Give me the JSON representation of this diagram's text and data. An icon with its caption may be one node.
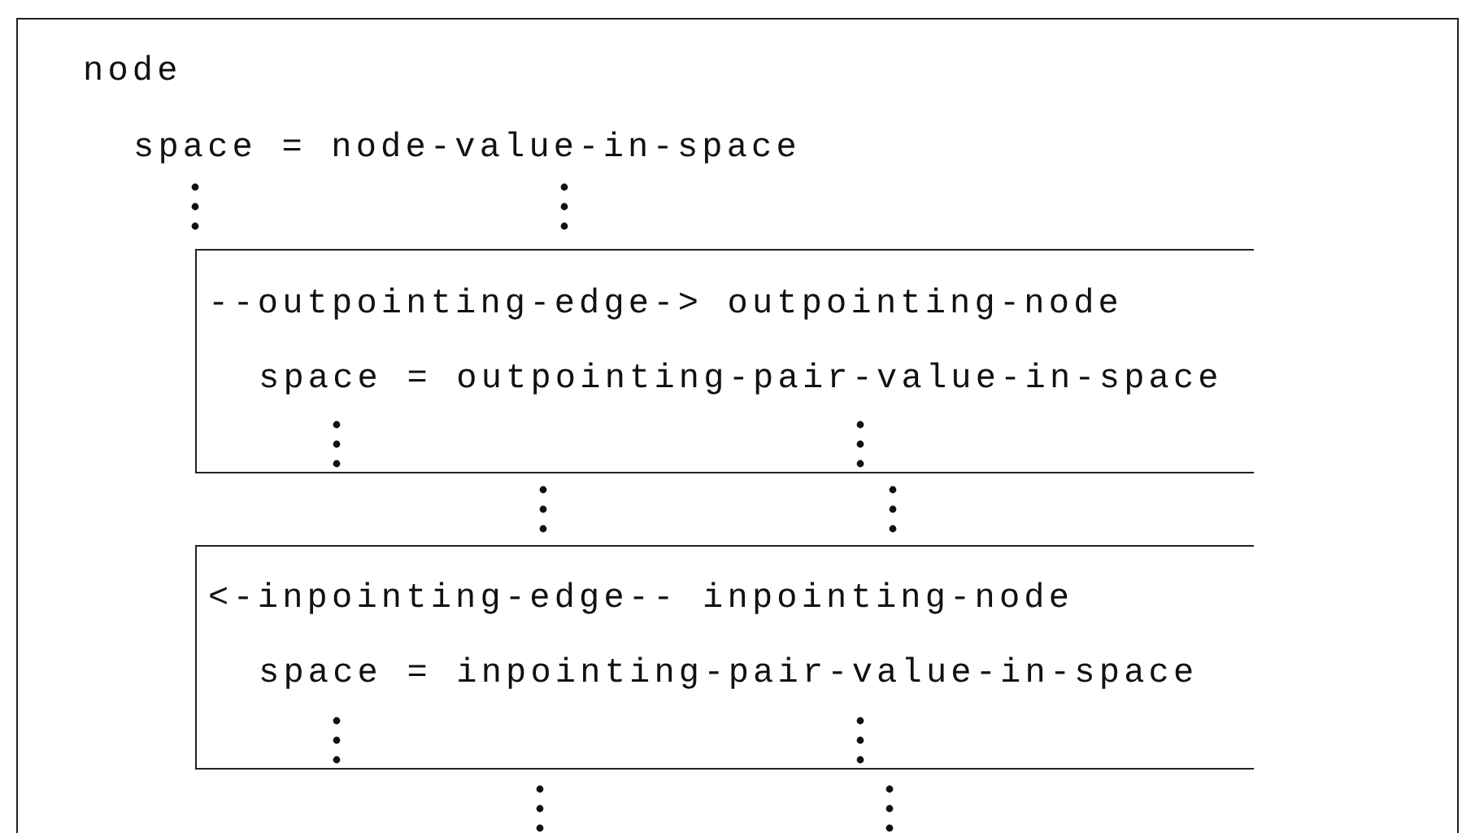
{
  "diagram": {
    "nodes": [
      {
        "text": [
          "node",
          "space = node-value-in-space"
        ]
      },
      {
        "text": [
          "--outpointing-edge-> outpointing-node",
          "space = outpointing-pair-value-in-space"
        ],
        "in": 0
      },
      {
        "text": [
          "<-inpointing-edge-- inpointing-node",
          "space = inpointing-pair-value-in-space"
        ],
        "in": 0
      }
    ],
    "edges": []
  }
}
